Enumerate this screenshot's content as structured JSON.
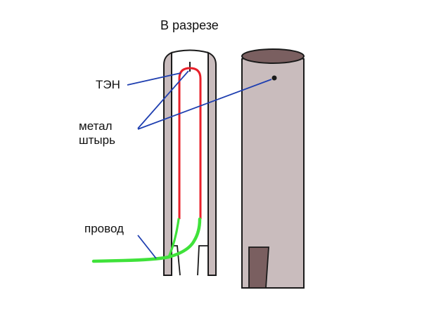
{
  "title": "В разрезе",
  "labels": {
    "ten": "ТЭН",
    "pin_line1": "метал",
    "pin_line2": "штырь",
    "wire": "провод"
  },
  "colors": {
    "tube_fill": "#c9bcbd",
    "tube_inner": "#7a5f60",
    "outline": "#1a1a1a",
    "heater": "#e8202a",
    "wire": "#3fe23a",
    "pointer": "#1f3fb0"
  }
}
